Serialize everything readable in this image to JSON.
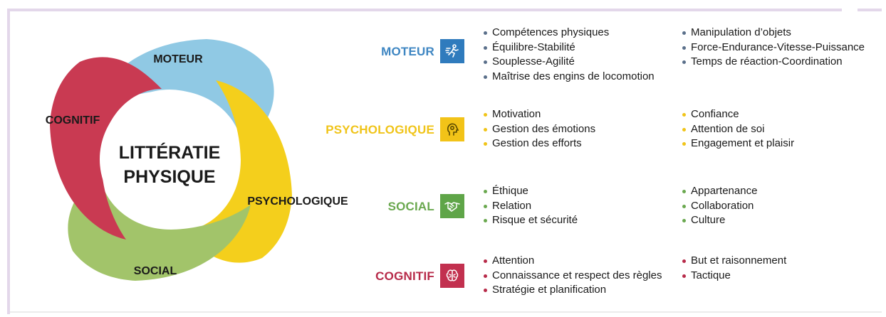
{
  "wheel": {
    "center_line1": "LITTÉRATIE",
    "center_line2": "PHYSIQUE",
    "labels": {
      "moteur": "MOTEUR",
      "cognitif": "COGNITIF",
      "psychologique": "PSYCHOLOGIQUE",
      "social": "SOCIAL"
    },
    "colors": {
      "moteur": "#90c9e4",
      "psychologique": "#f4cf1c",
      "social": "#a2c46a",
      "cognitif": "#c93a52"
    }
  },
  "categories": [
    {
      "name": "MOTEUR",
      "color": "#3e86c2",
      "icon_bg": "#2f7bbd",
      "dot": "#5a6f8a",
      "icon": "running-figure-icon",
      "col1": [
        "Compétences physiques",
        "Équilibre-Stabilité",
        "Souplesse-Agilité",
        "Maîtrise des engins de locomotion"
      ],
      "col2": [
        "Manipulation d’objets",
        "Force-Endurance-Vitesse-Puissance",
        "Temps de réaction-Coordination"
      ]
    },
    {
      "name": "PSYCHOLOGIQUE",
      "color": "#f0c419",
      "icon_bg": "#f2c318",
      "dot": "#f0c419",
      "icon": "head-icon",
      "col1": [
        "Motivation",
        "Gestion des émotions",
        "Gestion des efforts"
      ],
      "col2": [
        "Confiance",
        "Attention de soi",
        "Engagement et plaisir"
      ]
    },
    {
      "name": "SOCIAL",
      "color": "#6aa84f",
      "icon_bg": "#5fa548",
      "dot": "#6aa84f",
      "icon": "handshake-icon",
      "col1": [
        "Éthique",
        "Relation",
        "Risque et sécurité"
      ],
      "col2": [
        "Appartenance",
        "Collaboration",
        "Culture"
      ]
    },
    {
      "name": "COGNITIF",
      "color": "#b72a49",
      "icon_bg": "#c2304f",
      "dot": "#b72a49",
      "icon": "brain-icon",
      "col1": [
        "Attention",
        "Connaissance et respect des règles",
        "Stratégie et planification"
      ],
      "col2": [
        "But et raisonnement",
        "Tactique"
      ]
    }
  ]
}
